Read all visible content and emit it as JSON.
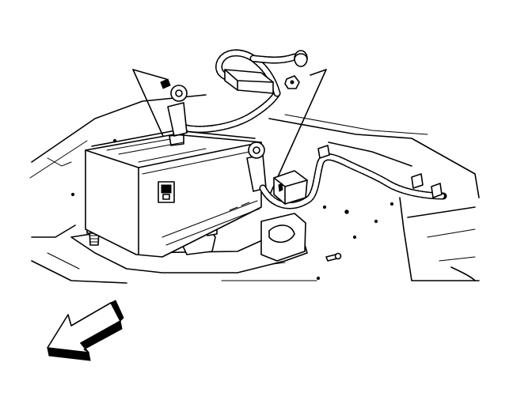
{
  "figure": {
    "background": "#ffffff",
    "ink": "#000000",
    "components": [
      {
        "id": "battery",
        "icon": "battery-icon"
      },
      {
        "id": "negative-cable",
        "icon": "cable-icon"
      },
      {
        "id": "positive-cable",
        "icon": "cable-icon"
      },
      {
        "id": "battery-hold-down",
        "icon": "bracket-icon"
      },
      {
        "id": "direction-arrow",
        "icon": "arrow-left-down-icon"
      }
    ]
  }
}
